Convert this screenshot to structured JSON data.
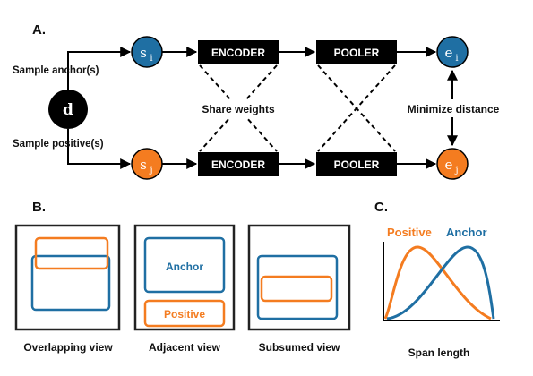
{
  "panel_a": {
    "label": "A.",
    "doc_node": "d",
    "anchor_node": {
      "base": "s",
      "sub": "i"
    },
    "positive_node": {
      "base": "s",
      "sub": "j"
    },
    "emb_anchor": {
      "base": "e",
      "sub": "i"
    },
    "emb_positive": {
      "base": "e",
      "sub": "j"
    },
    "encoder_label": "ENCODER",
    "pooler_label": "POOLER",
    "sample_anchor": "Sample anchor(s)",
    "sample_positive": "Sample positive(s)",
    "share_weights": "Share weights",
    "minimize_distance": "Minimize distance"
  },
  "panel_b": {
    "label": "B.",
    "views": [
      {
        "caption": "Overlapping view"
      },
      {
        "caption": "Adjacent view",
        "anchor_text": "Anchor",
        "positive_text": "Positive"
      },
      {
        "caption": "Subsumed view"
      }
    ]
  },
  "panel_c": {
    "label": "C.",
    "legend_positive": "Positive",
    "legend_anchor": "Anchor",
    "xlabel": "Span length"
  },
  "colors": {
    "blue": "#1f6fa3",
    "orange": "#f47c20",
    "black": "#000000"
  }
}
